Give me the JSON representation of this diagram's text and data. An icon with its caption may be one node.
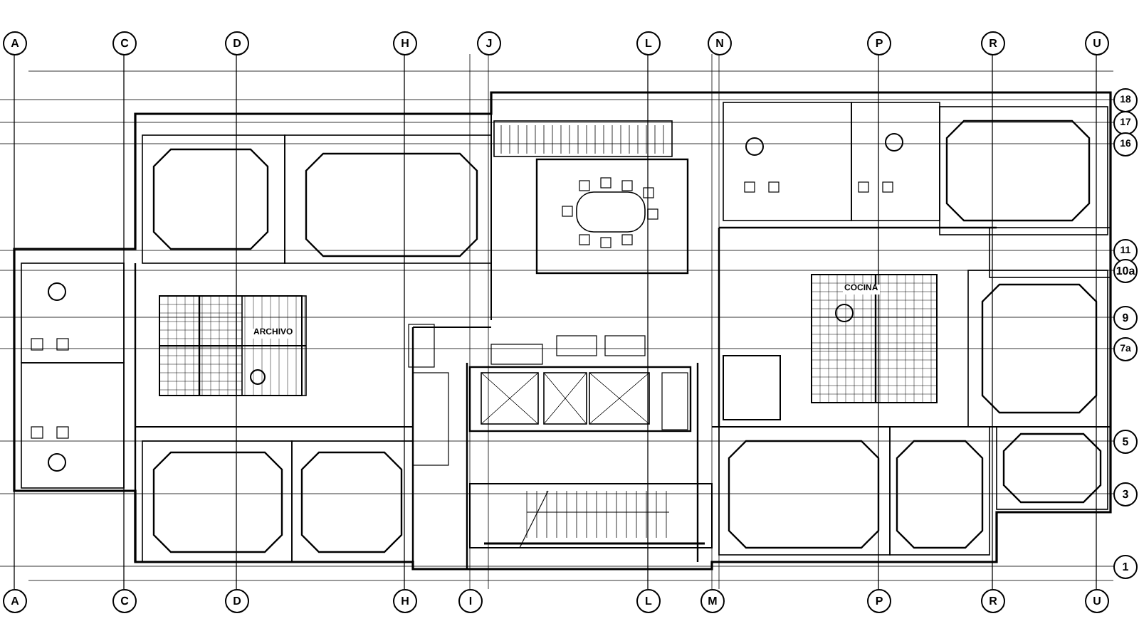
{
  "diagram": {
    "labels": [
      "A",
      "C",
      "D",
      "H",
      "J",
      "L",
      "N",
      "P",
      "R",
      "U",
      "18",
      "17",
      "16",
      "11",
      "10a",
      "COCINA",
      "9",
      "ARCHIVO",
      "7a",
      "5",
      "3",
      "1",
      "A",
      "C",
      "D",
      "H",
      "I",
      "L",
      "M",
      "P",
      "R",
      "U"
    ]
  }
}
